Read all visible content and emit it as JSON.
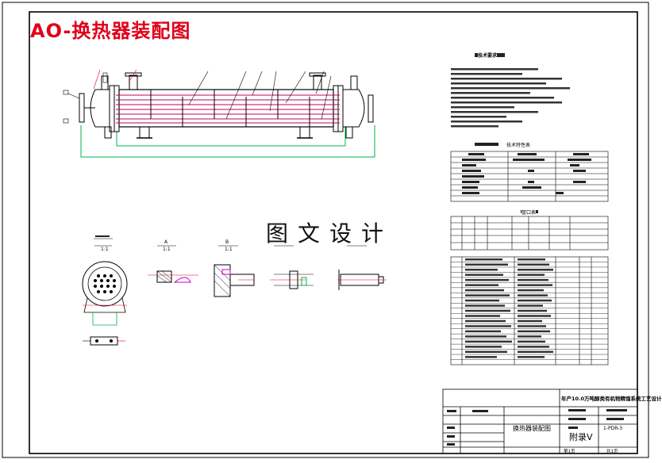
{
  "banner": {
    "title": "AO-换热器装配图"
  },
  "watermark": {
    "text": "图文设计"
  },
  "sections": {
    "tech_heading": "技术要求",
    "perf_heading": "技术特性表",
    "nozzle_heading": "管口表",
    "view_labels": [
      "A",
      "B"
    ],
    "view_scales": [
      "1:1",
      "1:1",
      "1:1"
    ]
  },
  "title_block": {
    "design_title": "年产10.0万吨醇类有机物精馏系统工艺设计",
    "drawing_name": "换热器装配图",
    "sheet_label": "附录V",
    "drawing_no": "1-PDR-3",
    "sheet_left": "第1页",
    "sheet_right": "共1页"
  },
  "colors": {
    "frame": "#000000",
    "banner_red": "#e0001a",
    "dimension_green": "#00b050",
    "leader_red": "#e0001a",
    "hatch_magenta": "#c000c0",
    "tube_magenta": "#c00060"
  }
}
